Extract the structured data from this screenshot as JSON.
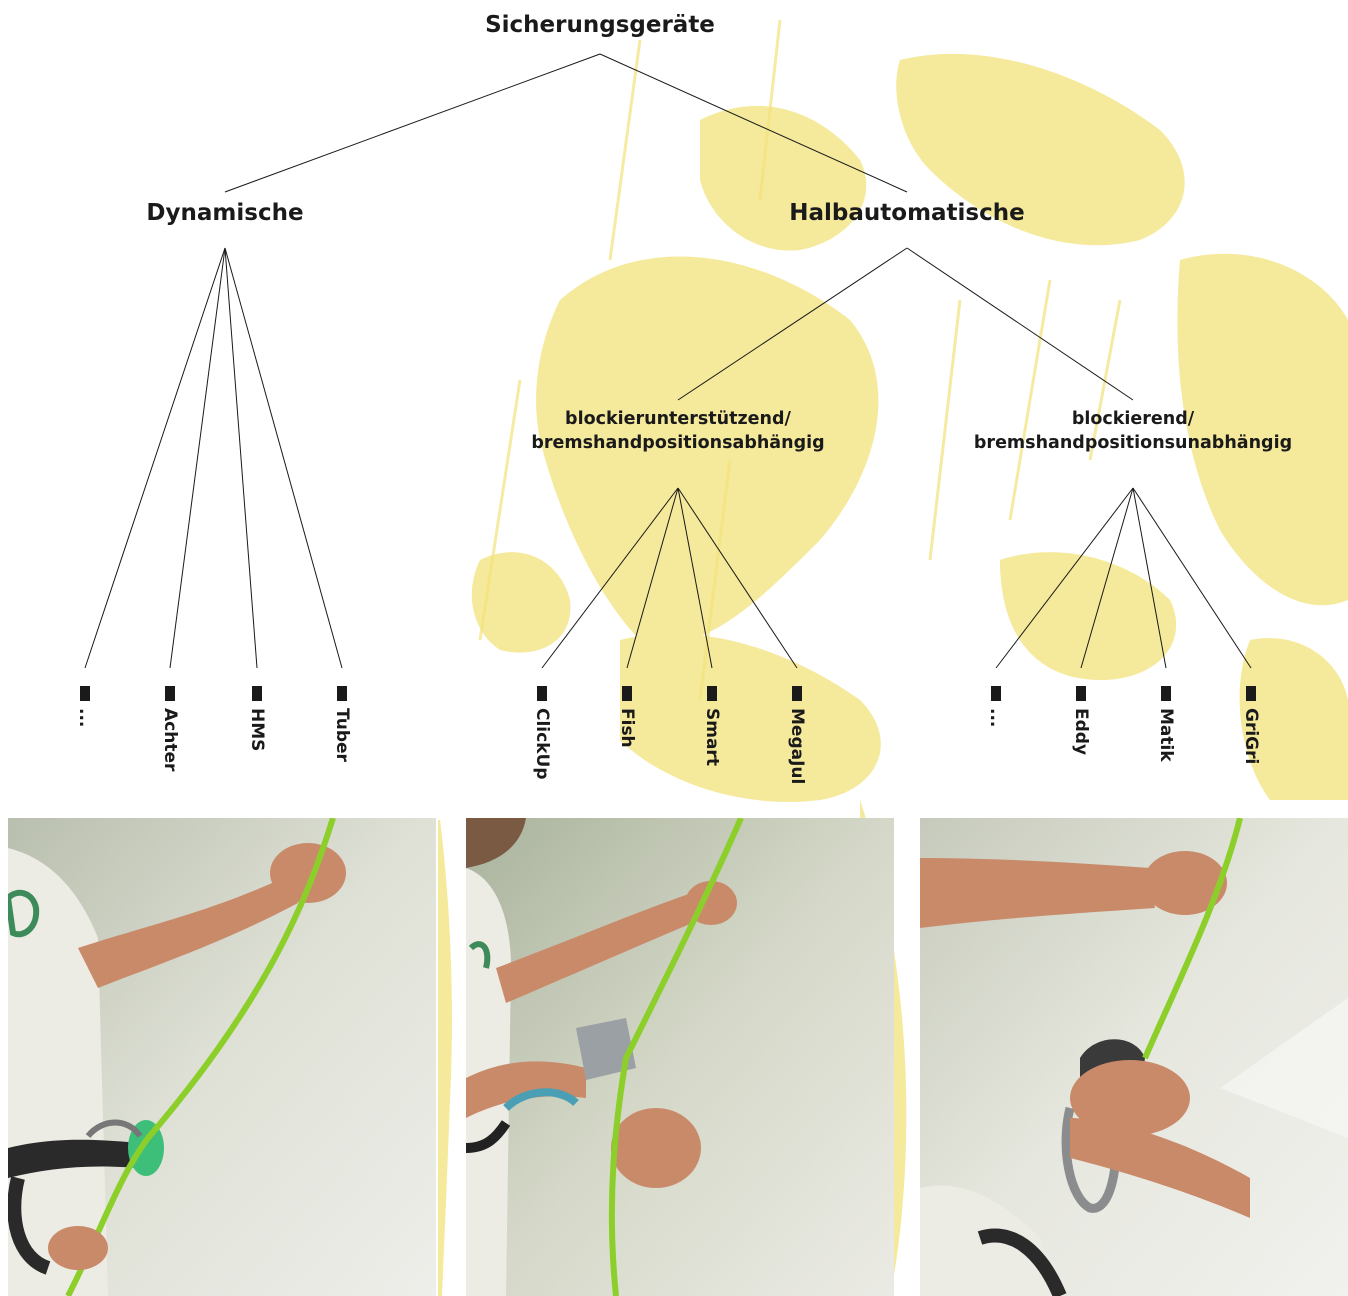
{
  "colors": {
    "texture": "#f2e27a",
    "line": "#1a1a1a",
    "rope": "#8ccf2a",
    "device_green": "#3dbf7a",
    "skin": "#c98a6a"
  },
  "tree": {
    "root": {
      "label": "Sicherungsgeräte"
    },
    "dynamic": {
      "label": "Dynamische",
      "leaves": [
        "...",
        "Achter",
        "HMS",
        "Tuber"
      ]
    },
    "semi": {
      "label": "Halbautomatische",
      "assisting": {
        "label_line1": "blockierunterstützend/",
        "label_line2": "bremshandpositionsabhängig",
        "leaves": [
          "ClickUp",
          "Fish",
          "Smart",
          "MegaJul"
        ]
      },
      "blocking": {
        "label_line1": "blockierend/",
        "label_line2": "bremshandpositionsunabhängig",
        "leaves": [
          "...",
          "Eddy",
          "Matik",
          "GriGri"
        ]
      }
    }
  },
  "photos": [
    {
      "name": "tuber-belay-photo"
    },
    {
      "name": "clickup-belay-photo"
    },
    {
      "name": "grigri-belay-photo"
    }
  ]
}
